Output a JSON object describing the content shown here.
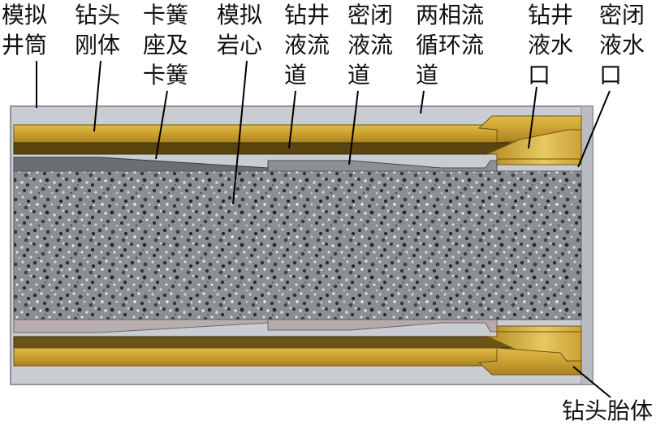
{
  "labels": [
    {
      "id": "sim-wellbore",
      "lines": [
        "模拟",
        "井筒"
      ]
    },
    {
      "id": "bit-rigid-body",
      "lines": [
        "钻头",
        "刚体"
      ]
    },
    {
      "id": "spring-seat",
      "lines": [
        "卡簧",
        "座及",
        "卡簧"
      ]
    },
    {
      "id": "sim-core",
      "lines": [
        "模拟",
        "岩心"
      ]
    },
    {
      "id": "well-fluid-channel",
      "lines": [
        "钻井",
        "液流",
        "道"
      ]
    },
    {
      "id": "sealed-fluid-channel",
      "lines": [
        "密闭",
        "液流",
        "道"
      ]
    },
    {
      "id": "two-phase-channel",
      "lines": [
        "两相流",
        "循环流",
        "道"
      ]
    },
    {
      "id": "well-fluid-outlet",
      "lines": [
        "钻井",
        "液水",
        "口"
      ]
    },
    {
      "id": "sealed-fluid-outlet",
      "lines": [
        "密闭",
        "液水",
        "口"
      ]
    },
    {
      "id": "bit-matrix",
      "lines": [
        "钻头胎体"
      ]
    }
  ],
  "colors": {
    "gold": "#c8a030",
    "gold_dark": "#8a6a18",
    "gold_light": "#e6c45a",
    "housing": "#c9cdd2",
    "housing_edge": "#8e949a",
    "steel_dark": "#6b6f73",
    "steel_mid": "#9a9ea2",
    "steel_pink": "#b8aeb0",
    "core_base": "#8c8f91"
  }
}
